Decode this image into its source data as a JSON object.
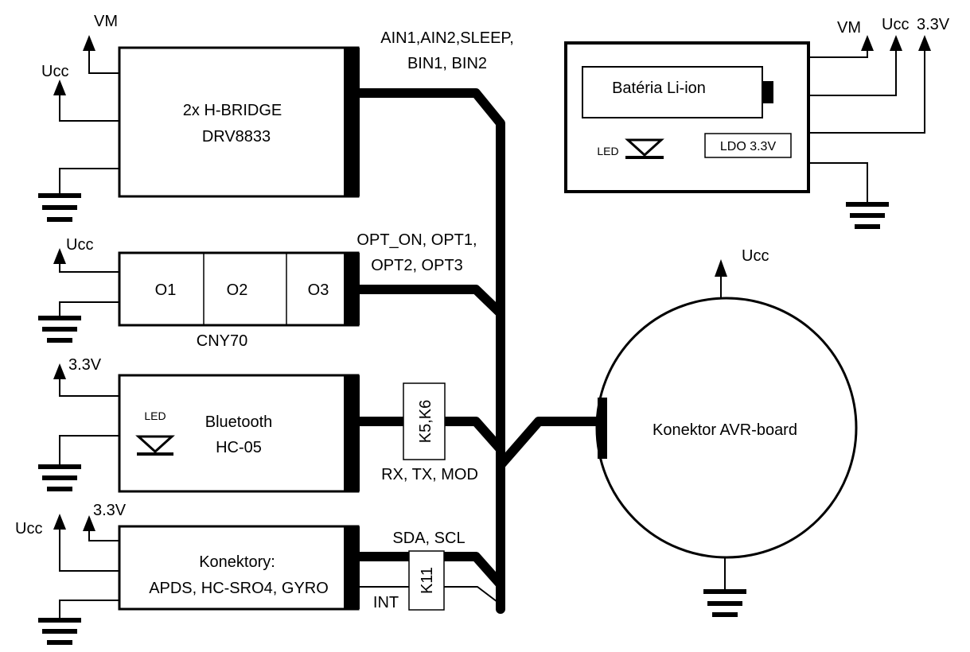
{
  "hbridge": {
    "line1": "2x H-BRIDGE",
    "line2": "DRV8833",
    "vm": "VM",
    "ucc": "Ucc",
    "bus1": "AIN1,AIN2,SLEEP,",
    "bus2": "BIN1, BIN2"
  },
  "cny": {
    "o1": "O1",
    "o2": "O2",
    "o3": "O3",
    "name": "CNY70",
    "ucc": "Ucc",
    "bus1": "OPT_ON, OPT1,",
    "bus2": "OPT2, OPT3"
  },
  "bluetooth": {
    "led": "LED",
    "line1": "Bluetooth",
    "line2": "HC-05",
    "v": "3.3V",
    "conn": "K5,K6",
    "bus": "RX, TX, MOD"
  },
  "konektory": {
    "line1": "Konektory:",
    "line2": "APDS, HC-SRO4, GYRO",
    "ucc": "Ucc",
    "v": "3.3V",
    "conn": "K11",
    "bus_top": "SDA, SCL",
    "bus_int": "INT"
  },
  "battery": {
    "label": "Batéria Li-ion",
    "led": "LED",
    "ldo": "LDO 3.3V",
    "vm": "VM",
    "ucc": "Ucc",
    "v": "3.3V"
  },
  "avr": {
    "label": "Konektor AVR-board",
    "ucc": "Ucc"
  }
}
